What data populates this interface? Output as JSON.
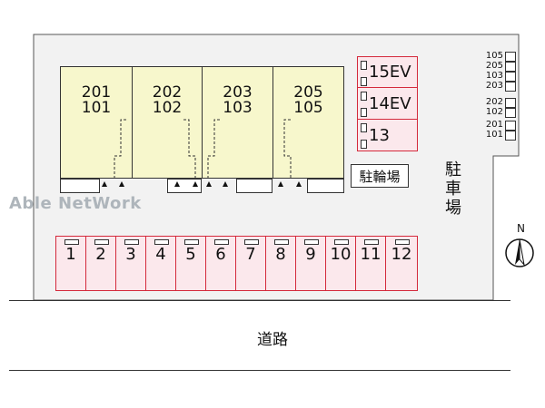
{
  "units": [
    {
      "top": "201",
      "bottom": "101"
    },
    {
      "top": "202",
      "bottom": "102"
    },
    {
      "top": "203",
      "bottom": "103"
    },
    {
      "top": "205",
      "bottom": "105"
    }
  ],
  "ev_spaces": [
    "15EV",
    "14EV",
    "13"
  ],
  "bike_parking": "駐輪場",
  "parking_label": "駐車場",
  "mailboxes": [
    "105",
    "205",
    "103",
    "203",
    "202",
    "102",
    "201",
    "101"
  ],
  "parking_spaces": [
    "1",
    "2",
    "3",
    "4",
    "5",
    "6",
    "7",
    "8",
    "9",
    "10",
    "11",
    "12"
  ],
  "road": "道路",
  "watermark": "Able NetWork",
  "compass": "N",
  "colors": {
    "unit_fill": "#f7f7cc",
    "parking_fill": "#fbe8ec",
    "parking_border": "#d42a3c",
    "site_fill": "#f2f2f2"
  }
}
